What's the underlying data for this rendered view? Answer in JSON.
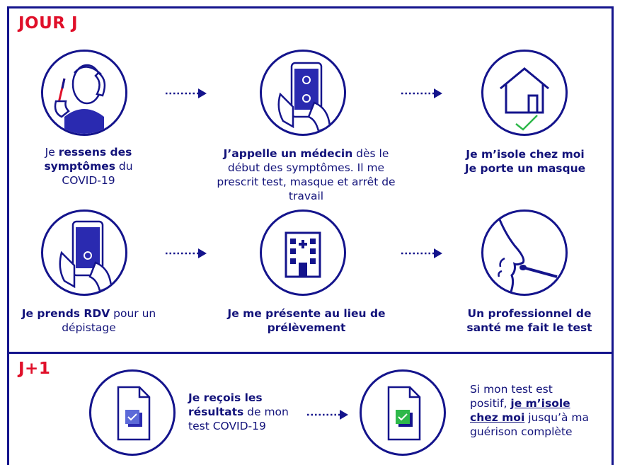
{
  "sections": {
    "jour_j": "JOUR J",
    "j_plus_1": "J+1"
  },
  "steps": {
    "s1": {
      "pre": "Je ",
      "bold": "ressens des symptômes",
      "post": " du COVID-19"
    },
    "s2": {
      "bold": "J’appelle un médecin",
      "post": " dès le début des symptômes. Il me prescrit test, masque et arrêt de travail"
    },
    "s3": {
      "line1": "Je m’isole chez moi",
      "line2": "Je porte un masque"
    },
    "s4": {
      "bold": "Je prends RDV",
      "post": " pour un dépistage"
    },
    "s5": {
      "line1": "Je me présente au lieu de",
      "line2": "prélèvement"
    },
    "s6": {
      "line1": "Un professionnel de",
      "line2": "santé me fait le test"
    },
    "s7": {
      "bold1": "Je reçois les",
      "bold2": "résultats",
      "post1": " de mon",
      "post2": "test COVID-19"
    },
    "s8": {
      "pre": "Si mon test est positif, ",
      "hl": "je m’isole chez moi",
      "post": " jusqu’à ma guérison complète"
    }
  },
  "icons": [
    "person-with-thermometer-icon",
    "phone-doctor-icon",
    "house-check-icon",
    "phone-call-icon",
    "building-icon",
    "nose-swab-icon",
    "document-check-blue-icon",
    "document-check-green-icon"
  ],
  "colors": {
    "navy": "#14148c",
    "red": "#e0102a",
    "green": "#2eb84a",
    "skin": "#ffffff"
  }
}
